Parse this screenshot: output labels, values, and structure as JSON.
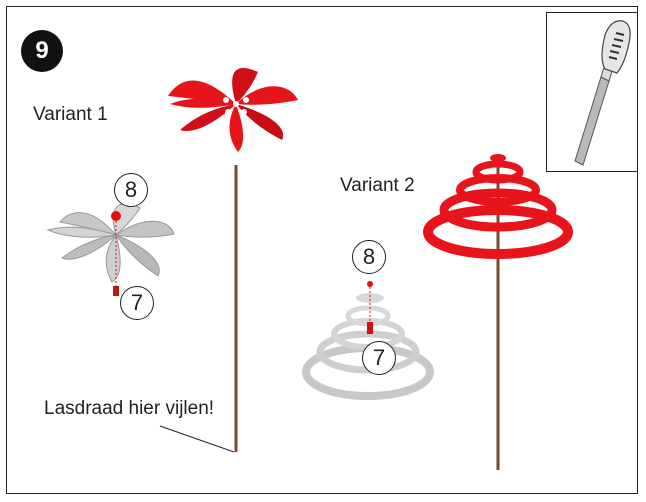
{
  "step": {
    "number": "9"
  },
  "variants": [
    {
      "label": "Variant 1"
    },
    {
      "label": "Variant 2"
    }
  ],
  "callouts": {
    "v1_part_a": "8",
    "v1_part_b": "7",
    "v2_part_a": "8",
    "v2_part_b": "7"
  },
  "instruction": "Lasdraad hier vijlen!",
  "colors": {
    "red_part": "#e8141b",
    "metal_part": "#c8c8c8",
    "rod": "#7a4a2a"
  },
  "icons": {
    "tool": "file-tool-icon"
  }
}
